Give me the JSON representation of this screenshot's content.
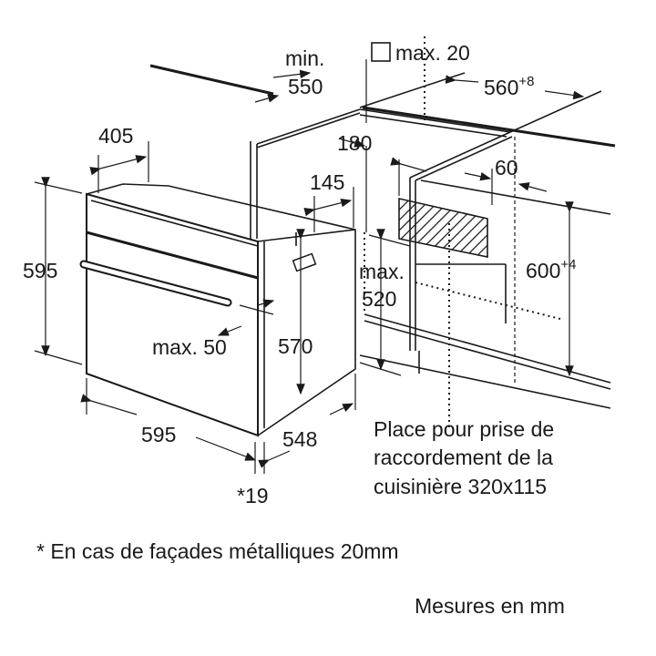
{
  "dimensions": {
    "min_label": "min.",
    "min_value": "550",
    "max20_label": "max. 20",
    "width_560": "560",
    "width_560_tol": "+8",
    "d405": "405",
    "d180": "180",
    "d145": "145",
    "d60": "60",
    "height_595": "595",
    "max_label": "max.",
    "max_520": "520",
    "height_600": "600",
    "height_600_tol": "+4",
    "max50": "max. 50",
    "d570": "570",
    "width_595": "595",
    "depth_548": "548",
    "star19": "*19"
  },
  "socket_note": {
    "lines": [
      "Place pour prise de",
      "raccordement de la",
      "cuisinière 320x115"
    ]
  },
  "footnote": "* En cas de façades métalliques 20mm",
  "units_note": "Mesures en mm",
  "colors": {
    "line": "#1a1a1a",
    "background": "#ffffff"
  }
}
